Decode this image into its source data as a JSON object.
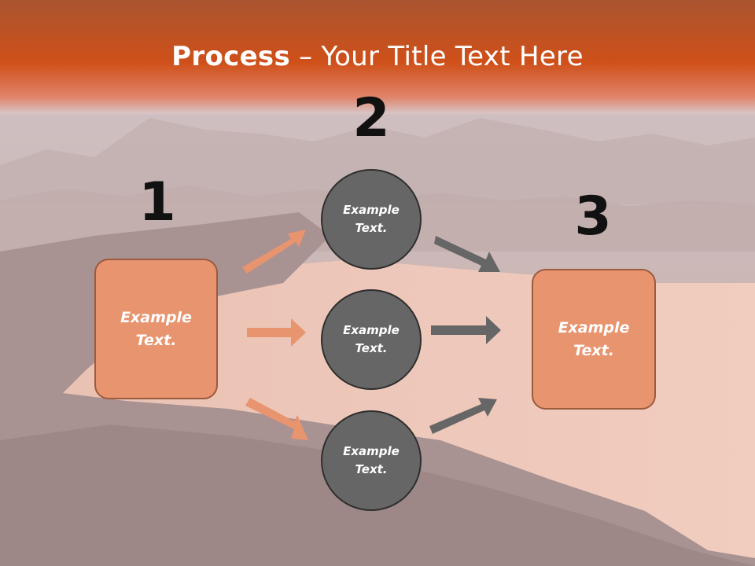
{
  "slide": {
    "title_bold": "Process",
    "title_rest": " – Your Title Text Here"
  },
  "steps": {
    "step1": {
      "number": "1",
      "text_line1": "Example",
      "text_line2": "Text."
    },
    "step2": {
      "number": "2",
      "circles": [
        {
          "text_line1": "Example",
          "text_line2": "Text."
        },
        {
          "text_line1": "Example",
          "text_line2": "Text."
        },
        {
          "text_line1": "Example",
          "text_line2": "Text."
        }
      ]
    },
    "step3": {
      "number": "3",
      "text_line1": "Example",
      "text_line2": "Text."
    }
  },
  "colors": {
    "header": "#c9501c",
    "box_fill": "#e8946e",
    "circle_fill": "#666666",
    "arrow_orange": "#e8946e",
    "arrow_gray": "#666666"
  }
}
